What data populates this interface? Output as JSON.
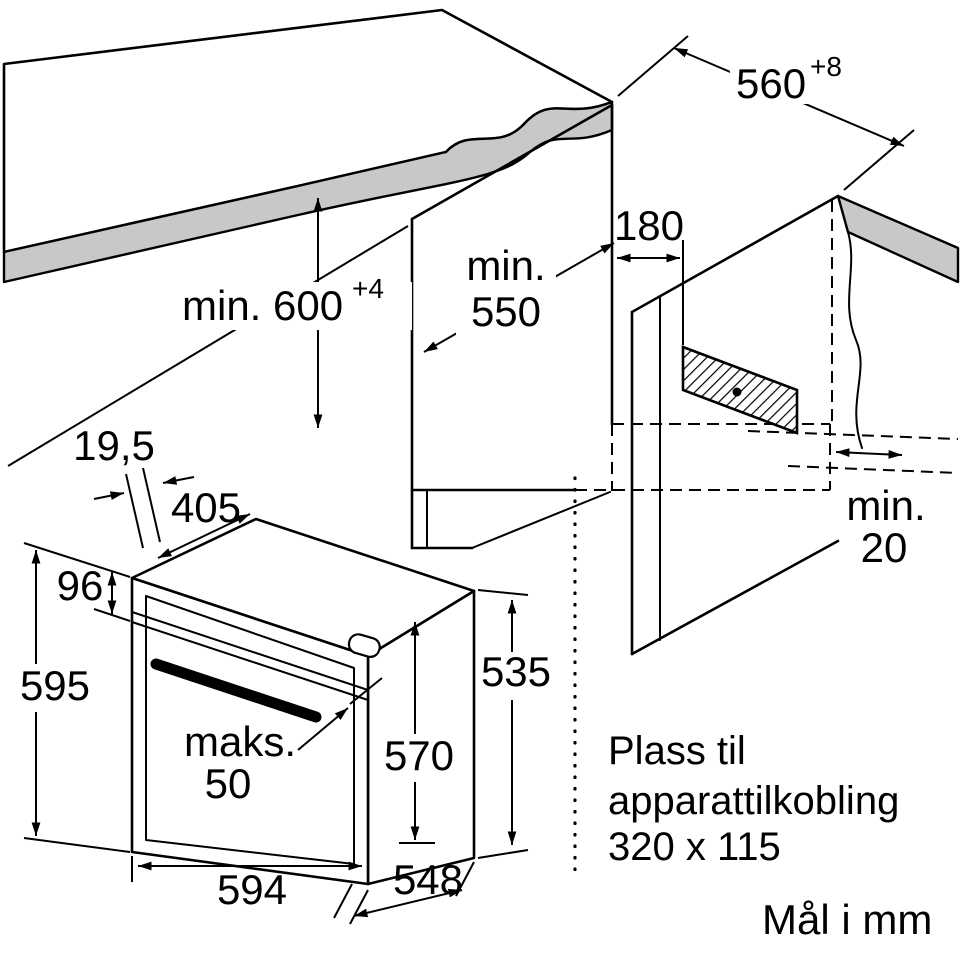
{
  "page": {
    "footer": "Mål i mm"
  },
  "colors": {
    "line": "#000000",
    "surface": "#c8c8c8",
    "background": "#ffffff"
  },
  "niche": {
    "width": "560",
    "width_tol": "+8",
    "height": "min. 600",
    "height_tol": "+4",
    "depth_l1": "min.",
    "depth_l2": "550",
    "conn_offset": "180",
    "rear_l1": "min.",
    "rear_l2": "20"
  },
  "oven": {
    "overhang": "19,5",
    "top_depth": "405",
    "panel_height": "96",
    "front_height": "595",
    "handle_l1": "maks.",
    "handle_l2": "50",
    "body_height": "570",
    "side_height": "535",
    "front_width": "594",
    "body_depth": "548"
  },
  "connection": {
    "l1": "Plass til",
    "l2": "apparattilkobling",
    "l3": "320 x 115"
  }
}
